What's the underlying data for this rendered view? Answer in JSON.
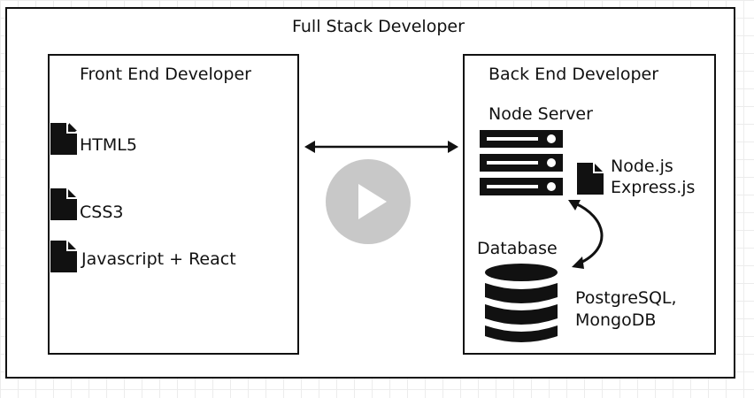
{
  "title": "Full Stack Developer",
  "front_end": {
    "heading": "Front End Developer",
    "items": [
      {
        "label": "HTML5",
        "icon": "document-icon"
      },
      {
        "label": "CSS3",
        "icon": "document-icon"
      },
      {
        "label": "Javascript + React",
        "icon": "document-icon"
      }
    ]
  },
  "back_end": {
    "heading": "Back End Developer",
    "server": {
      "label": "Node Server",
      "icon": "server-icon"
    },
    "runtime": {
      "line1": "Node.js",
      "line2": "Express.js",
      "icon": "document-icon"
    },
    "database": {
      "label": "Database",
      "line1": "PostgreSQL,",
      "line2": "MongoDB",
      "icon": "database-icon"
    }
  },
  "play_button": {
    "icon": "play-icon",
    "color": "#c8c8c8"
  }
}
